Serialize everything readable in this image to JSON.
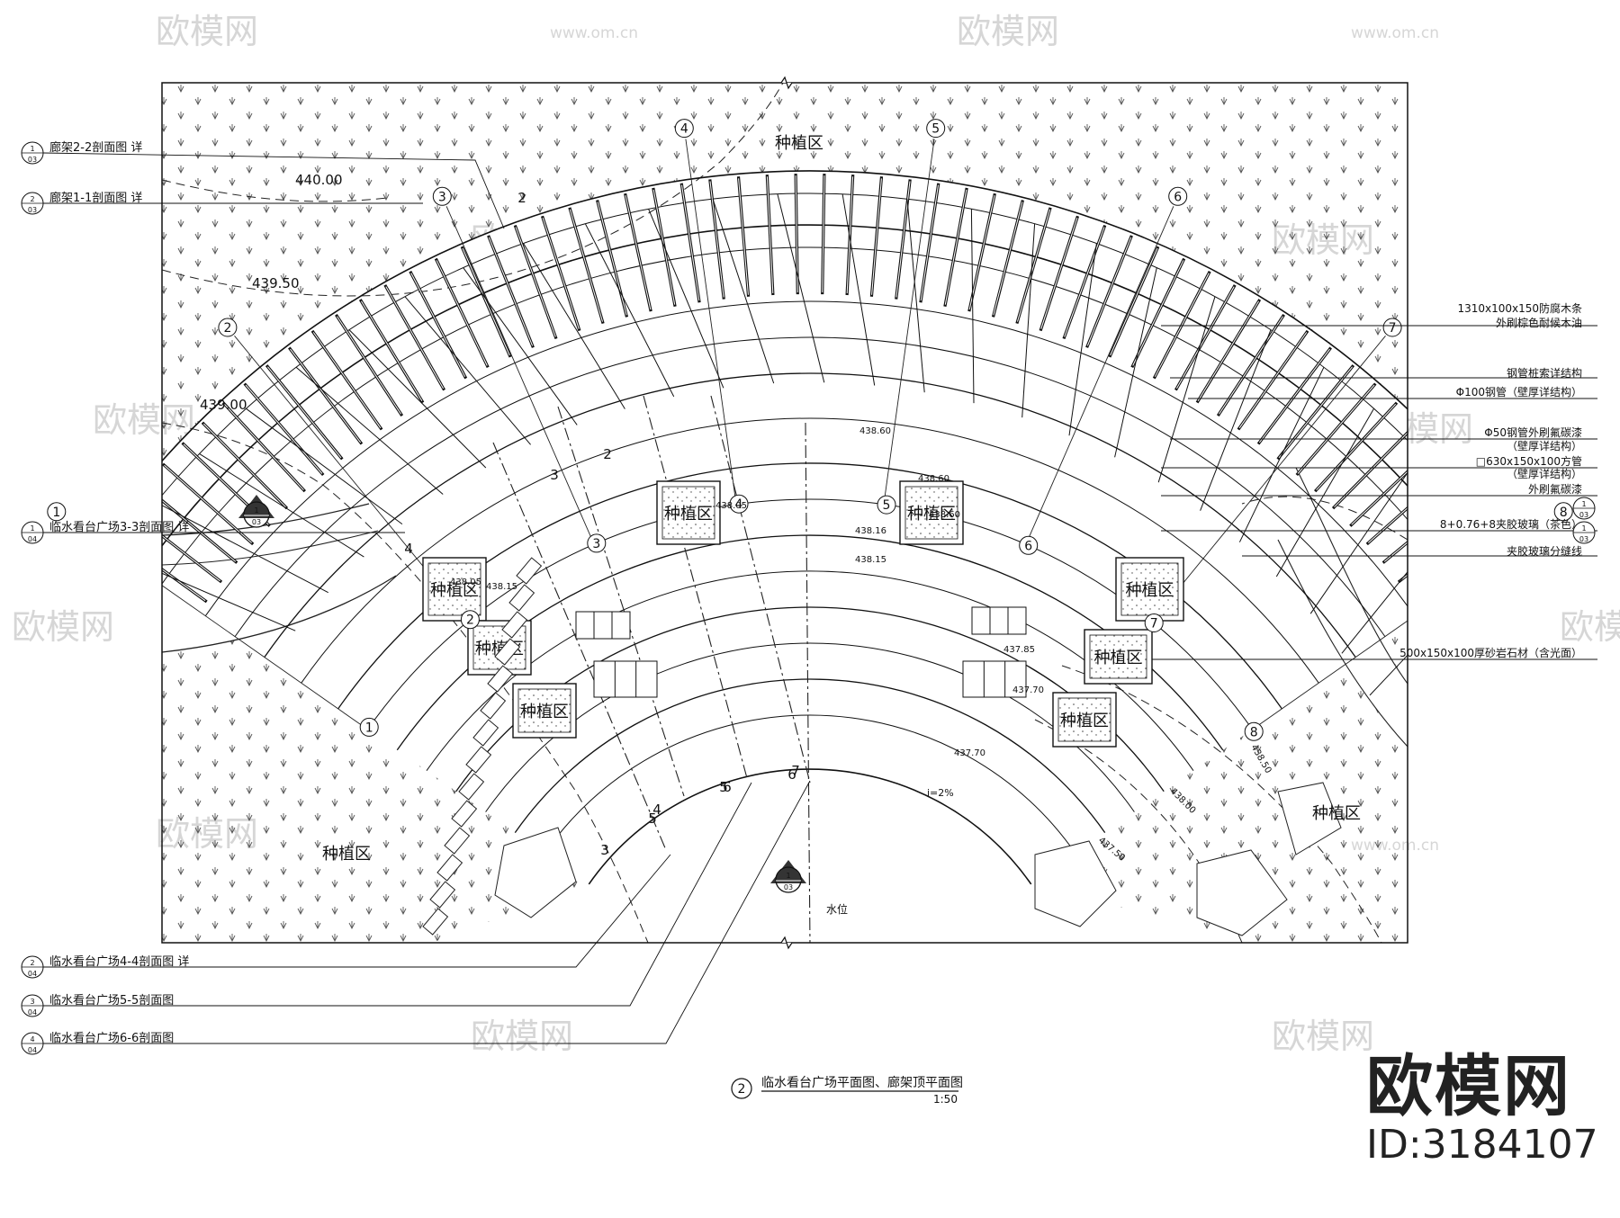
{
  "drawing": {
    "title": "临水看台广场平面图、廊架顶平面图",
    "title_index": "2",
    "scale": "1:50",
    "zones": [
      "种植区",
      "种植区",
      "种植区",
      "种植区",
      "种植区",
      "种植区",
      "种植区",
      "种植区",
      "种植区",
      "种植区"
    ],
    "water_label": "水位",
    "elevations": [
      "440.00",
      "439.50",
      "439.00",
      "438.50",
      "438.00",
      "437.50",
      "438.05",
      "438.60",
      "438.16",
      "438.15",
      "437.85",
      "437.70",
      "437.70",
      "438.60",
      "438.05",
      "438.15",
      "438.60"
    ],
    "grid_refs": [
      "1",
      "2",
      "3",
      "4",
      "5",
      "6",
      "7",
      "8"
    ],
    "section_marks": [
      "2",
      "2",
      "3",
      "4",
      "5",
      "6",
      "7",
      "3",
      "4",
      "5",
      "6"
    ],
    "callouts_left": [
      {
        "idx": "1",
        "sheet": "03",
        "text": "廊架2-2剖面图 详"
      },
      {
        "idx": "2",
        "sheet": "03",
        "text": "廊架1-1剖面图 详"
      },
      {
        "idx": "1",
        "sheet": "04",
        "text": "临水看台广场3-3剖面图 详"
      },
      {
        "idx": "2",
        "sheet": "04",
        "text": "临水看台广场4-4剖面图 详"
      },
      {
        "idx": "3",
        "sheet": "04",
        "text": "临水看台广场5-5剖面图"
      },
      {
        "idx": "4",
        "sheet": "04",
        "text": "临水看台广场6-6剖面图"
      }
    ],
    "callouts_right": [
      {
        "text": "1310x100x150防腐木条"
      },
      {
        "text": "外刷棕色耐候木油"
      },
      {
        "text": "钢管桩索详结构"
      },
      {
        "text": "Φ100钢管（壁厚详结构）"
      },
      {
        "text": "Φ50钢管外刷氟碳漆"
      },
      {
        "text": "（壁厚详结构）"
      },
      {
        "text": "□630x150x100方管"
      },
      {
        "text": "（壁厚详结构）"
      },
      {
        "text": "外刷氟碳漆"
      },
      {
        "text": "8+0.76+8夹胶玻璃（茶色）"
      },
      {
        "text": "8+0.76+8夹胶玻璃（茶色）"
      },
      {
        "text": "夹胶玻璃分缝线"
      },
      {
        "text": "500x150x100厚砂岩石材（含光面）"
      }
    ],
    "right_refs": [
      {
        "idx": "1",
        "sheet": "03"
      },
      {
        "idx": "1",
        "sheet": "03"
      }
    ],
    "markers": [
      {
        "idx": "1",
        "sheet": "03"
      },
      {
        "idx": "1",
        "sheet": "03"
      }
    ],
    "slope_note": "i=2%"
  },
  "watermark": {
    "text": "欧模网",
    "url": "www.om.cn"
  },
  "brand": {
    "logo": "欧模网",
    "id": "ID:3184107"
  }
}
